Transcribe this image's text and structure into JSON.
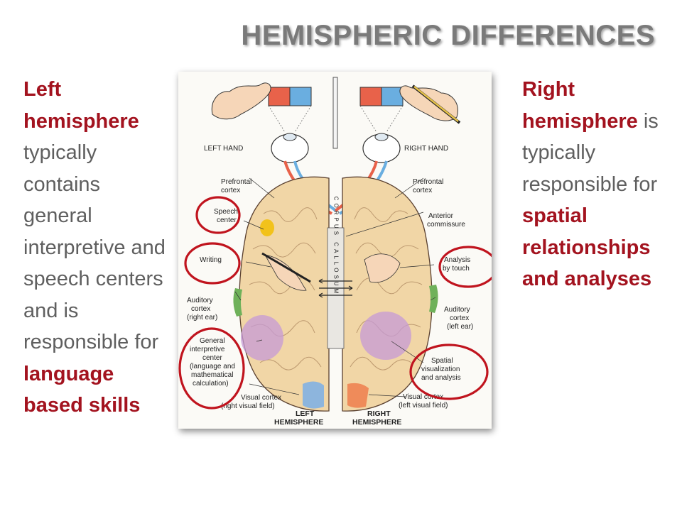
{
  "title": "HEMISPHERIC DIFFERENCES",
  "left_text": {
    "heading": "Left hemisphere",
    "body": "typically contains general interpretive and speech centers and is responsible for",
    "emphasis": "language based skills"
  },
  "right_text": {
    "heading": "Right hemisphere",
    "body": "is typically responsible for",
    "emphasis": "spatial relationships and analyses"
  },
  "figure": {
    "left_hand": "LEFT HAND",
    "right_hand": "RIGHT HAND",
    "prefrontal_left": [
      "Prefrontal",
      "cortex"
    ],
    "prefrontal_right": [
      "Prefrontal",
      "cortex"
    ],
    "speech_center": [
      "Speech",
      "center"
    ],
    "writing": "Writing",
    "auditory_left": [
      "Auditory",
      "cortex",
      "(right ear)"
    ],
    "general_interpretive": [
      "General",
      "interpretive",
      "center",
      "(language and",
      "mathematical",
      "calculation)"
    ],
    "visual_left": [
      "Visual cortex",
      "(right visual field)"
    ],
    "anterior_commissure": [
      "Anterior",
      "commissure"
    ],
    "analysis_touch": [
      "Analysis",
      "by touch"
    ],
    "auditory_right": [
      "Auditory",
      "cortex",
      "(left ear)"
    ],
    "spatial": [
      "Spatial",
      "visualization",
      "and analysis"
    ],
    "visual_right": [
      "Visual cortex",
      "(left visual field)"
    ],
    "corpus_callosum": "CORPUS CALLOSUM",
    "left_hemisphere": [
      "LEFT",
      "HEMISPHERE"
    ],
    "right_hemisphere": [
      "RIGHT",
      "HEMISPHERE"
    ]
  },
  "colors": {
    "accent_red": "#a3131f",
    "body_gray": "#5f5f5f",
    "title_gray": "#7a7a7a",
    "highlight_circle": "#c0141e"
  }
}
